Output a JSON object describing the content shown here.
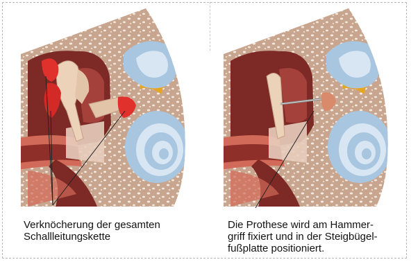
{
  "captions": {
    "left": [
      "Verknöcherung der gesamten",
      "Schallleitungskette"
    ],
    "right": [
      "Die Prothese wird am Hammer-",
      "griff fixiert und in der Steigbügel-",
      "fußplatte positioniert."
    ]
  },
  "colors": {
    "bone_outer": "#c8a58e",
    "bone_pore": "#f4e9df",
    "tissue_dark": "#7d2a26",
    "tissue_mid": "#a3413a",
    "tissue_light": "#d16a58",
    "canal": "#8e2f29",
    "ossicle": "#ecd2b8",
    "cochlea_blue": "#a8c6df",
    "cochlea_light": "#d7e6f2",
    "ossification_red": "#e0312d",
    "yellow": "#e6a622",
    "pointer": "#222222"
  }
}
